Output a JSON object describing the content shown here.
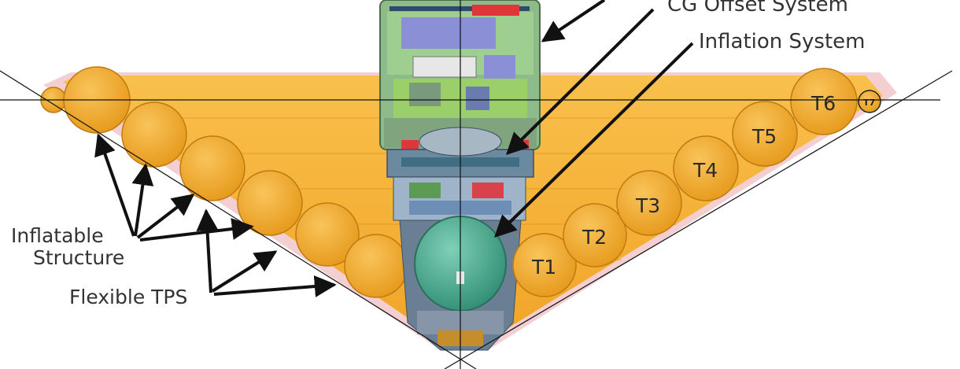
{
  "labels": {
    "cg_offset": "CG Offset System",
    "inflation": "Inflation System",
    "inflatable_line1": "Inflatable",
    "inflatable_line2": "Structure",
    "flexible_tps": "Flexible TPS"
  },
  "tori": [
    "T1",
    "T2",
    "T3",
    "T4",
    "T5",
    "T6",
    "T7"
  ],
  "colors": {
    "torus": "#f2ac2a",
    "torus_stroke": "#c07a12",
    "tps": "#f2c9cc",
    "aeroshell": "#f6b23a",
    "payload_green": "#8dbb8a",
    "tank": "#4fb59a",
    "arrow": "#111111"
  }
}
